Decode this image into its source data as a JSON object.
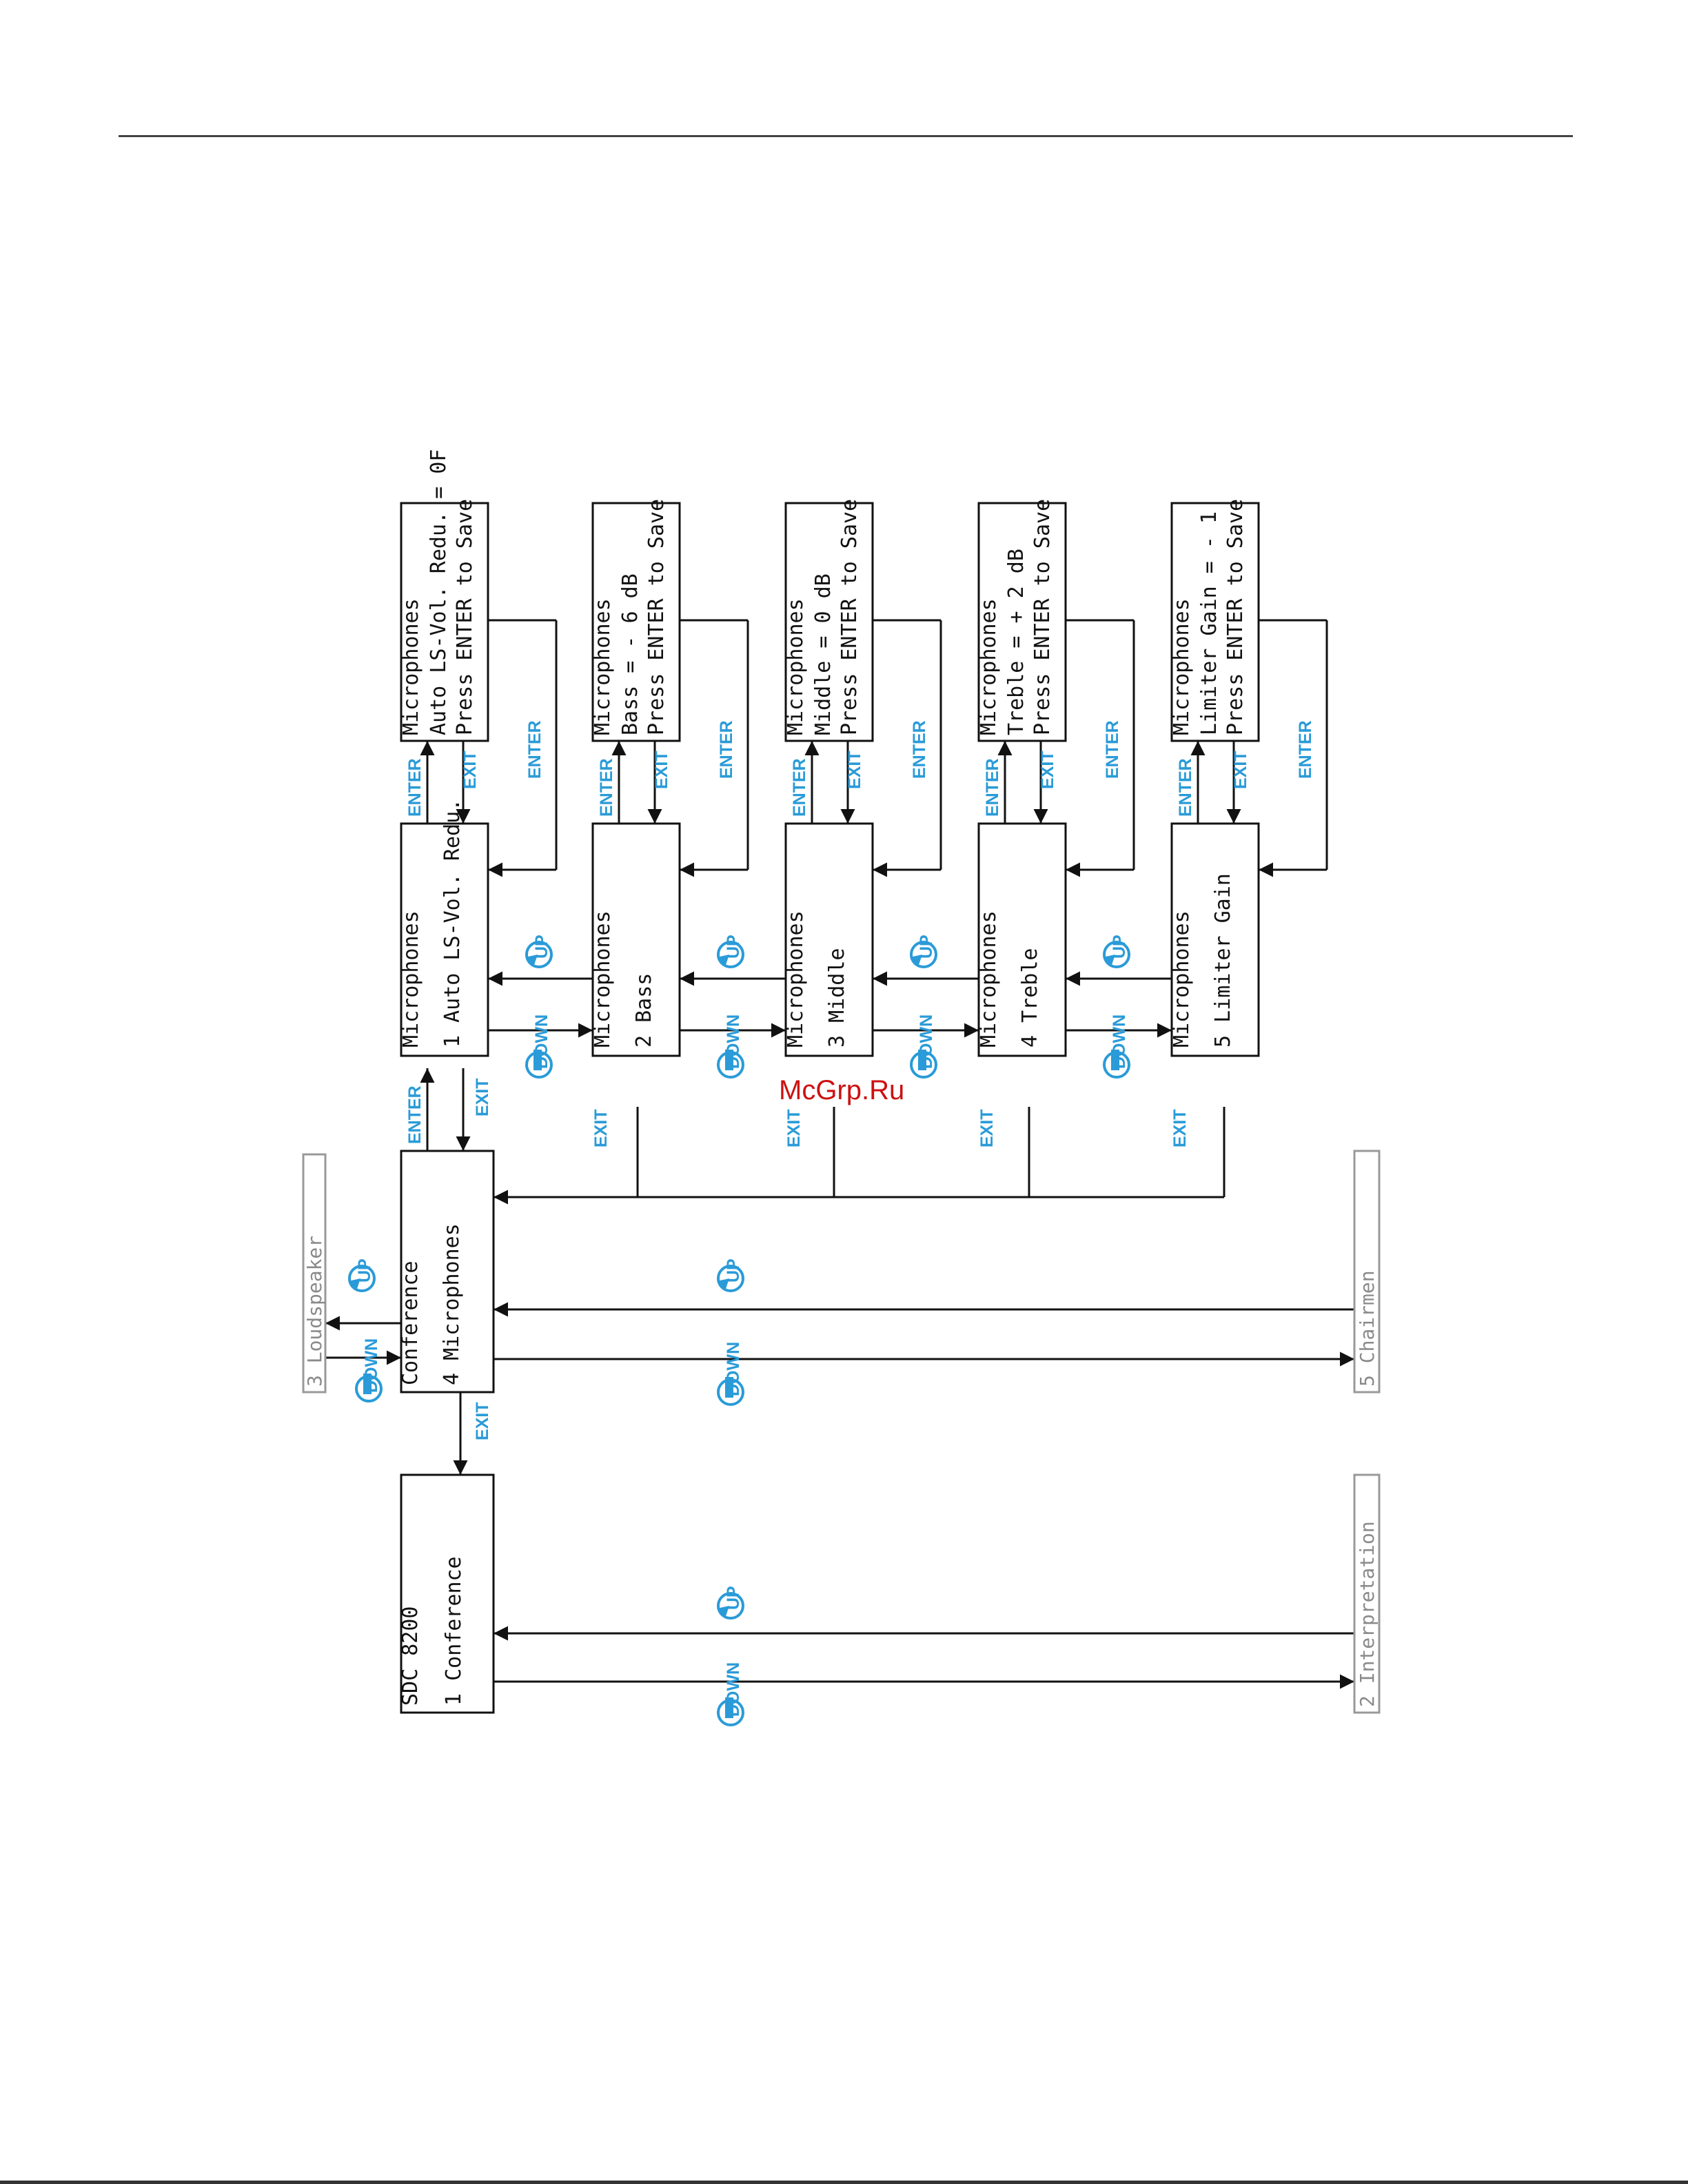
{
  "watermark": "McGrp.Ru",
  "boxes": {
    "sdc": [
      "SDC 8200",
      "1 Conference"
    ],
    "conf": [
      "Conference",
      "4 Microphones"
    ],
    "m1": [
      "Microphones",
      "1 Auto LS-Vol. Redu."
    ],
    "m2": [
      "Microphones",
      "2 Bass"
    ],
    "m3": [
      "Microphones",
      "3 Middle"
    ],
    "m4": [
      "Microphones",
      "4 Treble"
    ],
    "m5": [
      "Microphones",
      "5 Limiter Gain"
    ],
    "s1": [
      "Microphones",
      "Auto LS-Vol. Redu. = 0F",
      "Press ENTER to Save"
    ],
    "s2": [
      "Microphones",
      "Bass = - 6 dB",
      "Press ENTER to Save"
    ],
    "s3": [
      "Microphones",
      "Middle = 0 dB",
      "Press ENTER to Save"
    ],
    "s4": [
      "Microphones",
      "Treble = + 2 dB",
      "Press ENTER to Save"
    ],
    "s5": [
      "Microphones",
      "Limiter Gain = - 1",
      "Press ENTER to Save"
    ]
  },
  "neighbors": {
    "loudspeaker": "3 Loudspeaker",
    "chairmen": "5 Chairmen",
    "interpretation": "2 Interpretation"
  },
  "labels": {
    "enter": "ENTER",
    "exit": "EXIT",
    "up": "UP",
    "down": "DOWN"
  },
  "colors": {
    "accent": "#2a9bd8",
    "line": "#111111",
    "inactive": "#999999"
  }
}
